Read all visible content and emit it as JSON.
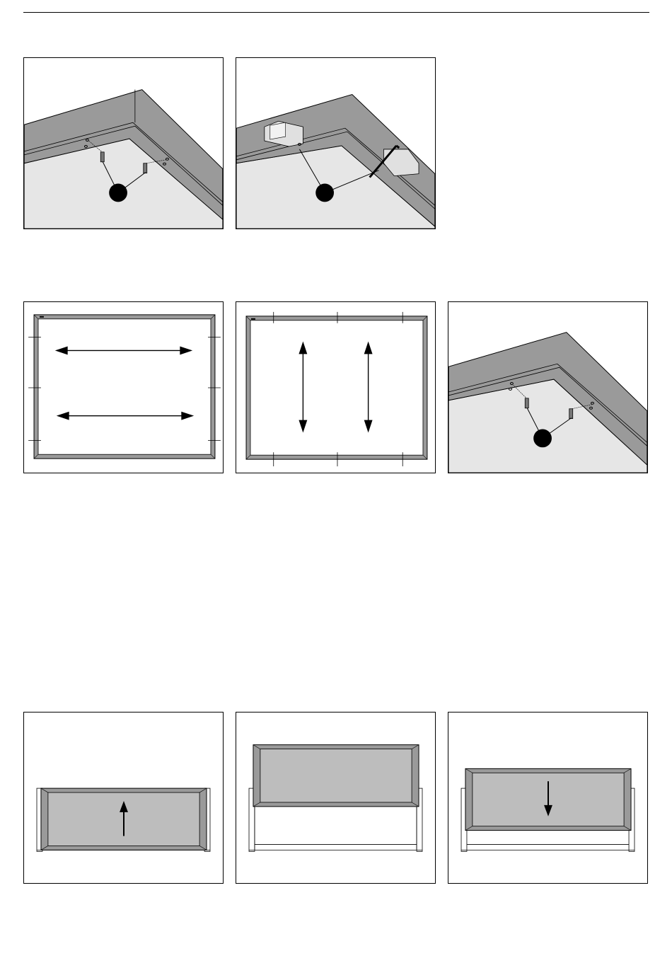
{
  "page": {
    "figures": [
      {
        "id": "fig-a",
        "kind": "corner-mounting-pegs"
      },
      {
        "id": "fig-b",
        "kind": "corner-bracket-allen-key"
      },
      {
        "id": "fig-c",
        "kind": "frame-horizontal-arrows"
      },
      {
        "id": "fig-d",
        "kind": "frame-vertical-arrows"
      },
      {
        "id": "fig-e",
        "kind": "corner-mounting-pegs"
      },
      {
        "id": "fig-f",
        "kind": "frame-raise-arrow"
      },
      {
        "id": "fig-g",
        "kind": "frame-raised"
      },
      {
        "id": "fig-h",
        "kind": "frame-lower-arrow"
      }
    ]
  },
  "colors": {
    "frame_dark": "#8c8c8c",
    "frame_mid": "#9a9a9a",
    "floor": "#e6e6e6",
    "screen": "#bdbdbd",
    "line": "#000000"
  }
}
